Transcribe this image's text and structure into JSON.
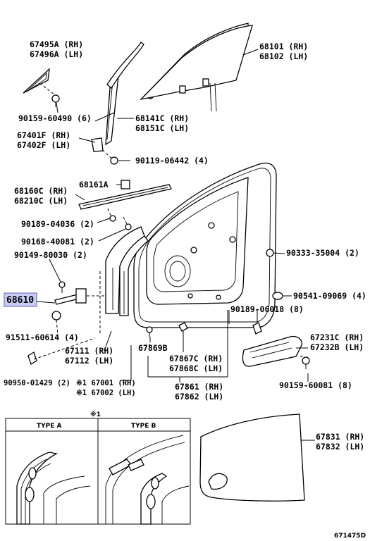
{
  "labels": {
    "l67495": "67495A (RH)",
    "l67496": "67496A (LH)",
    "l90159a": "90159-60490 (6)",
    "l68141": "68141C (RH)",
    "l68151": "68151C (LH)",
    "l67401": "67401F (RH)",
    "l67402": "67402F (LH)",
    "l90119": "90119-06442 (4)",
    "l68101": "68101 (RH)",
    "l68102": "68102 (LH)",
    "l68161": "68161A",
    "l68160": "68160C (RH)",
    "l68210": "68210C (LH)",
    "l90189a": "90189-04036 (2)",
    "l90168": "90168-40081 (2)",
    "l90149": "90149-80030 (2)",
    "l90333": "90333-35004 (2)",
    "l68610": "68610",
    "l90541": "90541-09069 (4)",
    "l91511": "91511-60614 (4)",
    "l90189b": "90189-06018 (8)",
    "l67111": "67111 (RH)",
    "l67112": "67112 (LH)",
    "l67869": "67869B",
    "l67231": "67231C (RH)",
    "l67232": "67232B (LH)",
    "l67867": "67867C (RH)",
    "l67868": "67868C (LH)",
    "l90950": "90950-01429 (2)",
    "l67001": "※1 67001 (RH)",
    "l67002": "※1 67002 (LH)",
    "l90159b": "90159-60081 (8)",
    "l67861": "67861 (RH)",
    "l67862": "67862 (LH)",
    "l67831": "67831 (RH)",
    "l67832": "67832 (LH)",
    "note": "※1",
    "typeA": "TYPE A",
    "typeB": "TYPE B",
    "diagram_id": "671475D"
  },
  "highlight_color": "#c9ccf2"
}
